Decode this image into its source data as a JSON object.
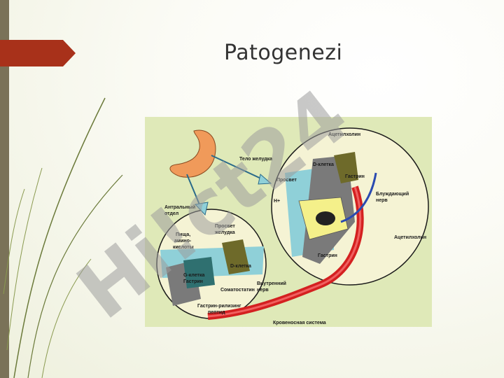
{
  "slide": {
    "title": "Patogenezi"
  },
  "watermark": {
    "text": "Hi!ct24"
  },
  "diagram": {
    "labels": {
      "telo_zheludka": "Тело желудка",
      "acetilholin_top": "Ацетилхолин",
      "d_kletka_right": "D-клетка",
      "gastrin_right": "Гастрин",
      "prosvet_right": "Просвет",
      "h_plus": "H+",
      "bluzhdayushchiy": "Блуждающий",
      "nerv": "нерв",
      "acetilholin_right": "Ацетилхолин",
      "gastrin_bottom": "Гастрин",
      "antralny": "Антральный",
      "otdel": "отдел",
      "prosvet_zheludka_1": "Просвет",
      "prosvet_zheludka_2": "желудка",
      "pishcha_1": "Пища,",
      "pishcha_2": "амино-",
      "pishcha_3": "кислоты",
      "d_kletka_left": "D-клетка",
      "g_kletka_1": "G-клетка",
      "g_kletka_2": "Гастрин",
      "somatostatin": "Соматостатин",
      "vnutrenniy_1": "Внутренний",
      "vnutrenniy_2": "нерв",
      "grp_1": "Гастрин-рилизинг",
      "grp_2": "пептид",
      "krovenosnaya": "Кровеносная система"
    }
  },
  "colors": {
    "accent_arrow": "#a8311a",
    "sidebar": "#7a7258",
    "watermark_purple": "#b9a6e6",
    "watermark_gray": "#9c9c9c"
  }
}
